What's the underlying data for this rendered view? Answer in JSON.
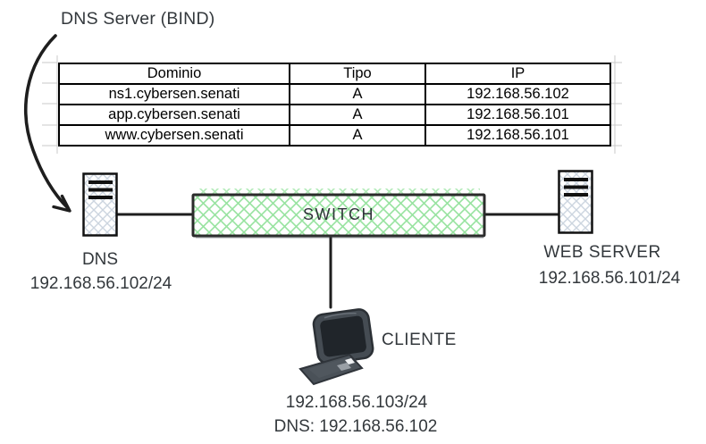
{
  "annotation": {
    "label": "DNS Server (BIND)"
  },
  "dns_table": {
    "headers": [
      "Dominio",
      "Tipo",
      "IP"
    ],
    "rows": [
      [
        "ns1.cybersen.senati",
        "A",
        "192.168.56.102"
      ],
      [
        "app.cybersen.senati",
        "A",
        "192.168.56.101"
      ],
      [
        "www.cybersen.senati",
        "A",
        "192.168.56.101"
      ]
    ]
  },
  "nodes": {
    "dns_server": {
      "name": "DNS",
      "ip": "192.168.56.102/24"
    },
    "switch": {
      "name": "SWITCH"
    },
    "web_server": {
      "name": "WEB SERVER",
      "ip": "192.168.56.101/24"
    },
    "client": {
      "name": "CLIENTE",
      "ip": "192.168.56.103/24",
      "dns_config": "DNS: 192.168.56.102"
    }
  },
  "colors": {
    "switch_hatch": "#97e39f",
    "server_hatch": "#ccd5df",
    "device_gray": "#4a5158",
    "line": "#1e1e1e",
    "text": "#33383c",
    "faint_grid": "#c9c9c9"
  }
}
